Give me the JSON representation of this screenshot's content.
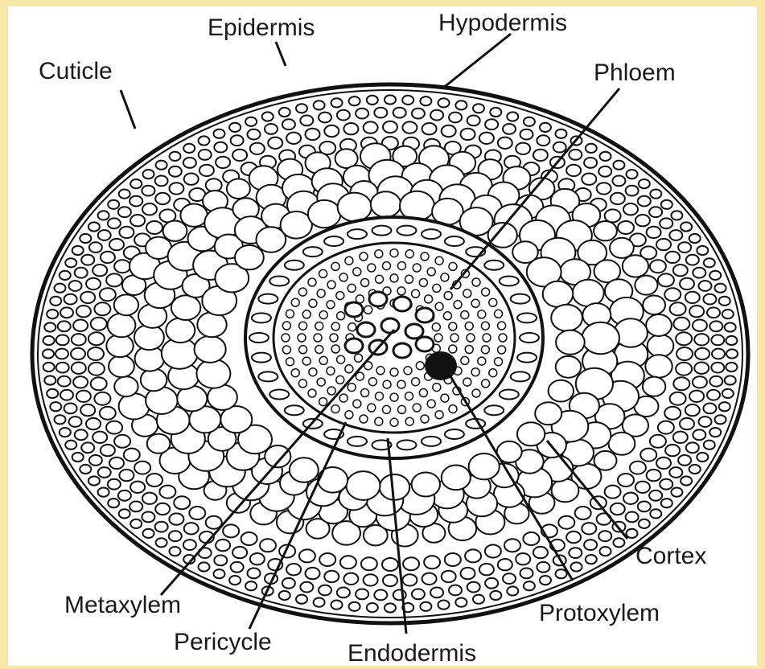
{
  "diagram": {
    "labels": {
      "epidermis": "Epidermis",
      "hypodermis": "Hypodermis",
      "cuticle": "Cuticle",
      "phloem": "Phloem",
      "cortex": "Cortex",
      "protoxylem": "Protoxylem",
      "metaxylem": "Metaxylem",
      "pericycle": "Pericycle",
      "endodermis": "Endodermis"
    }
  },
  "colors": {
    "frame": "#f7e7a6",
    "background": "#ffffff",
    "ink": "#111111"
  }
}
